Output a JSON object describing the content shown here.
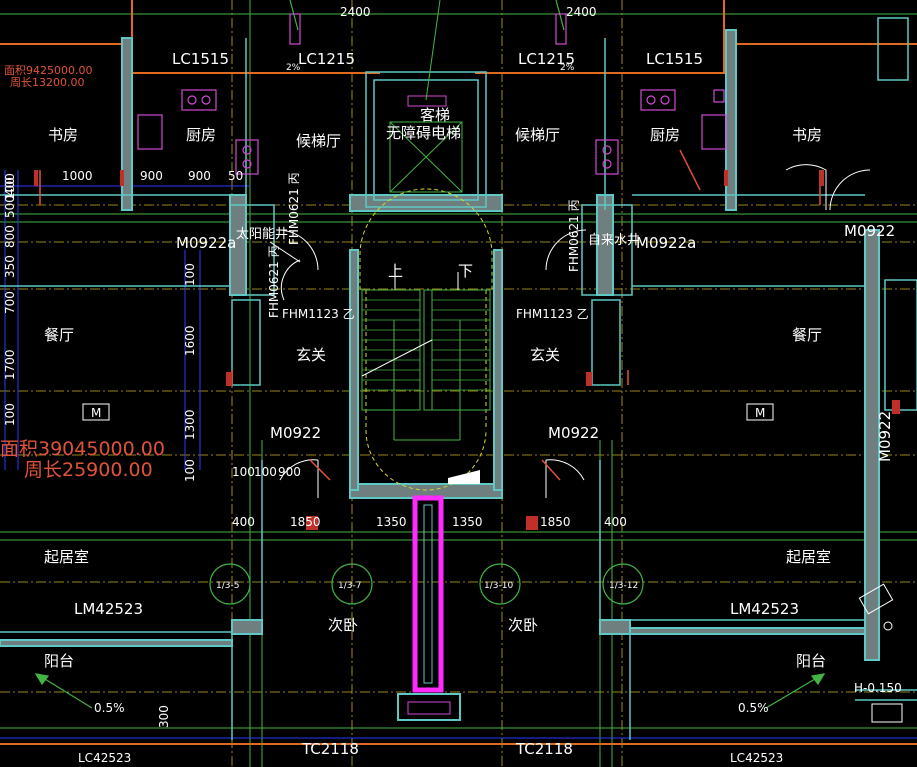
{
  "rooms": {
    "study_l": "书房",
    "kitchen_l": "厨房",
    "lobby_l": "候梯厅",
    "elevator_1": "客梯",
    "elevator_2": "无障碍电梯",
    "lobby_r": "候梯厅",
    "kitchen_r": "厨房",
    "study_r": "书房",
    "solar_shaft": "太阳能井",
    "water_shaft": "自来水井",
    "dining_l": "餐厅",
    "dining_r": "餐厅",
    "foyer_l": "玄关",
    "foyer_r": "玄关",
    "stair_up": "上",
    "stair_down": "下",
    "living_l": "起居室",
    "living_r": "起居室",
    "bedroom_l": "次卧",
    "bedroom_r": "次卧",
    "balcony_l": "阳台",
    "balcony_r": "阳台"
  },
  "openings": {
    "lc1515_l": "LC1515",
    "lc1215_l": "LC1215",
    "lc1215_r": "LC1215",
    "lc1515_r": "LC1515",
    "m0922a_l": "M0922a",
    "m0922a_r": "M0922a",
    "m0922_tr": "M0922",
    "fhm0621_a": "FHM0621 丙",
    "fhm0621_b": "FHM0621 丙",
    "fhm0621_c": "FHM0621 丙",
    "fhm1123_l": "FHM1123 乙",
    "fhm1123_r": "FHM1123 乙",
    "m0922_l": "M0922",
    "m0922_r": "M0922",
    "m0922_v": "M0922",
    "m_tag_l": "M",
    "m_tag_r": "M",
    "lm42523_l": "LM42523",
    "lm42523_r": "LM42523",
    "tc2118_l": "TC2118",
    "tc2118_r": "TC2118",
    "lc42523_l": "LC42523",
    "lc42523_r": "LC42523"
  },
  "dimensions": {
    "d2400_l": "2400",
    "d2400_r": "2400",
    "d900_a": "900",
    "d900_b": "900",
    "d1000": "1000",
    "d50": "50",
    "d100_a": "100",
    "d100_b": "100",
    "d900_c": "900",
    "d400_l": "400",
    "d1850_l": "1850",
    "d1350_l": "1350",
    "d1350_r": "1350",
    "d1850_r": "1850",
    "d400_r": "400",
    "d300": "300",
    "v100_top": "100",
    "v500": "500",
    "v800": "800",
    "v350": "350",
    "v700": "700",
    "v1700": "1700",
    "v1600": "1600",
    "v1300": "1300",
    "v100_a": "100",
    "v100_b": "100",
    "v100_c": "100",
    "v400": "400"
  },
  "annotations": {
    "area_small": "面积9425000.00",
    "perim_small": "周长13200.00",
    "area_big": "面积39045000.00",
    "perim_big": "周长25900.00",
    "slope_l": "0.5%",
    "slope_r": "0.5%",
    "level": "H-0.150",
    "pct_a": "2%",
    "pct_b": "2%"
  },
  "axes": {
    "a1": "1/3-5",
    "a2": "1/3-7",
    "a3": "1/3-10",
    "a4": "1/3-12"
  },
  "colors": {
    "wall": "#5ec8c4",
    "wall_fill": "#7a8a8a",
    "orange": "#e06a1e",
    "green": "#43b443",
    "grid_yellow": "#c7b020",
    "fixture": "#d24ad2",
    "magenta": "#ff2bff",
    "dim_blue": "#2a3cff",
    "red": "#e0533a"
  }
}
